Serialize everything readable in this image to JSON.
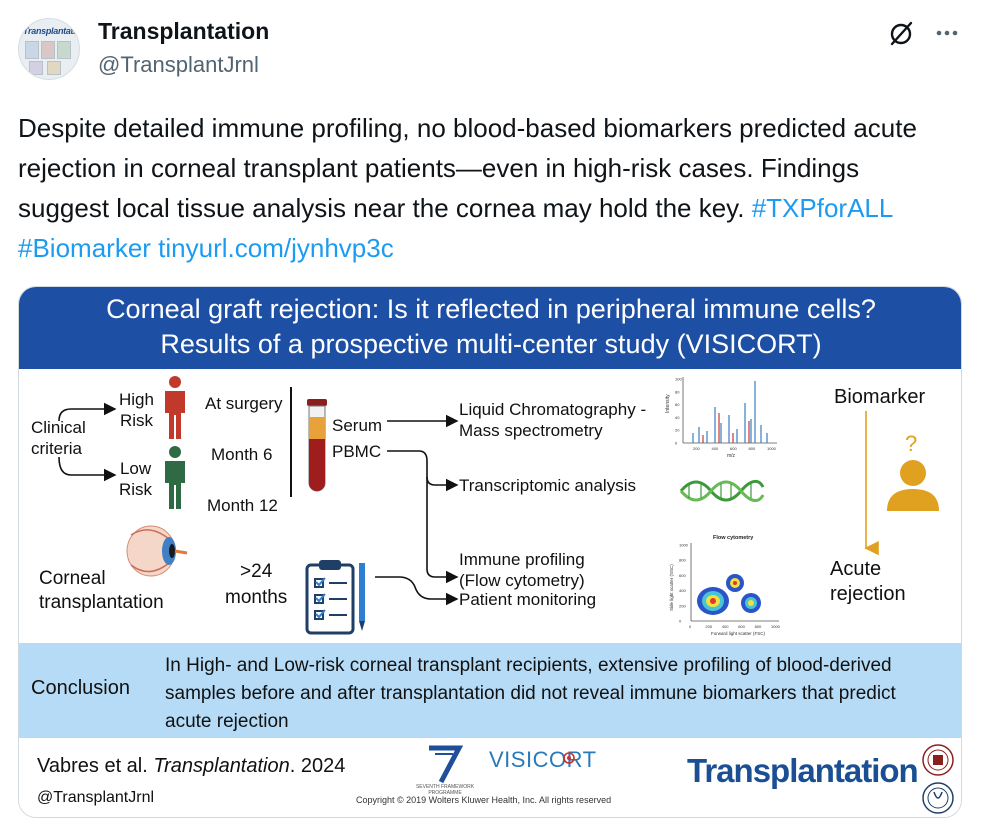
{
  "tweet": {
    "display_name": "Transplantation",
    "handle": "@TransplantJrnl",
    "avatar_text": "Transplantation",
    "text_body": "Despite detailed immune profiling, no blood-based biomarkers predicted acute rejection in corneal transplant patients—even in high-risk cases. Findings suggest local tissue analysis near the cornea may hold the key. ",
    "hashtags": [
      "#TXPforALL",
      "#Biomarker"
    ],
    "link": "tinyurl.com/jynhvp3c",
    "accent_color": "#1d9bf0"
  },
  "graphic": {
    "title_line1": "Corneal graft rejection: Is it reflected in peripheral immune cells?",
    "title_line2": "Results of a prospective multi-center study (VISICORT)",
    "clinical_criteria": "Clinical\ncriteria",
    "high_risk": "High\nRisk",
    "low_risk": "Low\nRisk",
    "timepoints": [
      "At surgery",
      "Month 6",
      "Month 12"
    ],
    "serum": "Serum",
    "pbmc": "PBMC",
    "lcms": "Liquid Chromatography -\nMass spectrometry",
    "transcriptomic": "Transcriptomic analysis",
    "immune_profiling": "Immune profiling\n(Flow cytometry)",
    "patient_monitoring": "Patient monitoring",
    "corneal_transplantation": "Corneal\ntransplantation",
    "followup": ">24\nmonths",
    "biomarker": "Biomarker",
    "acute_rejection": "Acute\nrejection",
    "flow_title": "Flow cytometry",
    "flow_xlabel": "Forward light scatter (FSC)",
    "flow_ylabel": "Side light scatter (SSC)",
    "ms_ylabel": "Intensity",
    "ms_xlabel": "m/z",
    "ms_xticks": [
      "200",
      "400",
      "600",
      "800",
      "1000"
    ],
    "ms_yticks": [
      "0",
      "20",
      "40",
      "60",
      "80",
      "100"
    ],
    "flow_ticks": [
      "0",
      "200",
      "400",
      "600",
      "800",
      "1000"
    ],
    "conclusion_label": "Conclusion",
    "conclusion_text": "In High- and Low-risk corneal transplant recipients, extensive profiling of blood-derived samples before and after transplantation did not reveal immune biomarkers that predict acute rejection",
    "citation_authors": "Vabres et al. ",
    "citation_journal": "Transplantation",
    "citation_year": ". 2024",
    "footer_handle": "@TransplantJrnl",
    "copyright": "Copyright © 2019  Wolters Kluwer Health, Inc. All rights reserved",
    "visicort": "VISICORT",
    "fp7_label": "SEVENTH FRAMEWORK PROGRAMME",
    "brand": "Transplantation",
    "colors": {
      "title_bg": "#1d4fa4",
      "conclusion_bg": "#b5dbf6",
      "high_risk": "#c0392b",
      "low_risk": "#2e6b45",
      "biomarker": "#e0a020"
    }
  }
}
